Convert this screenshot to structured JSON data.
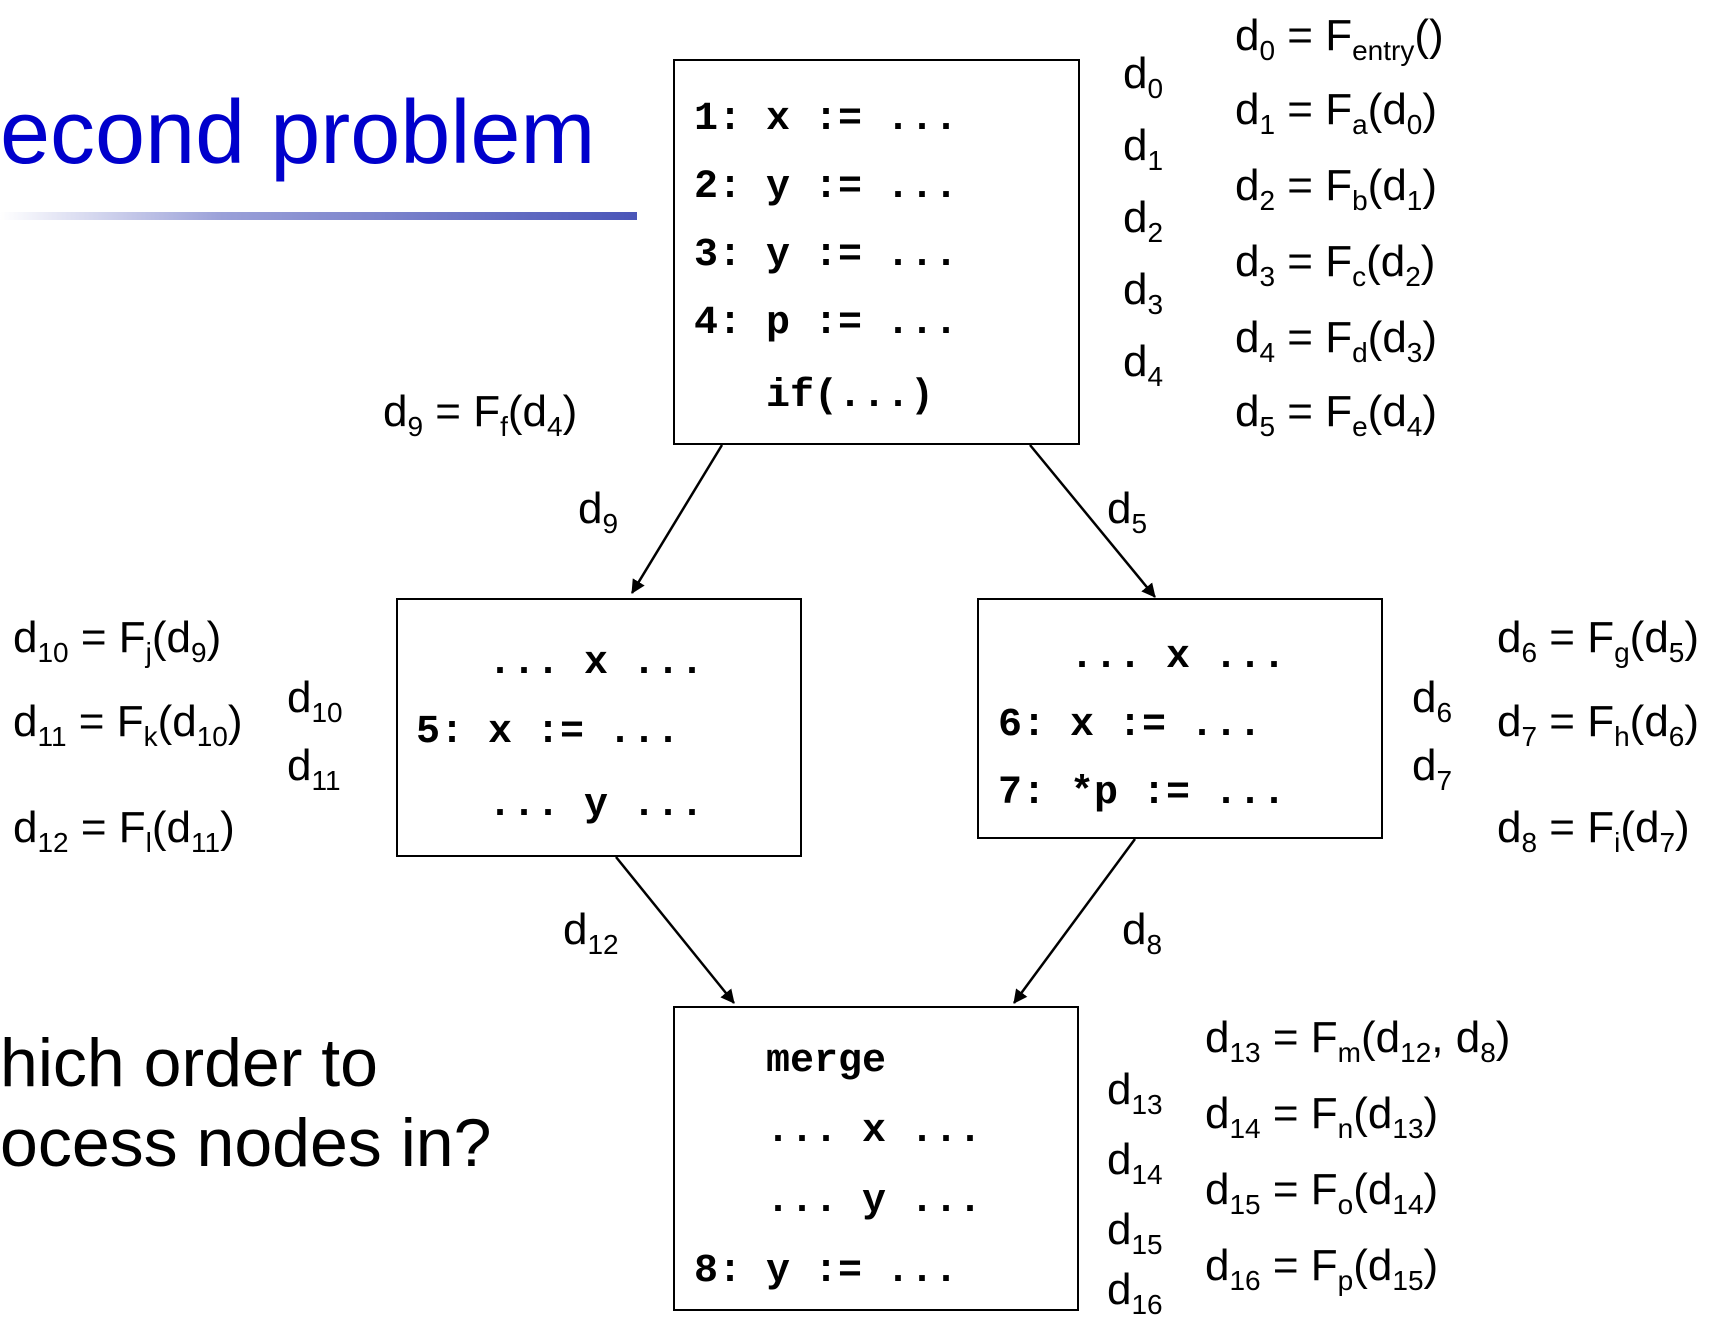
{
  "title": "econd problem",
  "question": [
    "hich order to",
    "ocess nodes in?"
  ],
  "nodes": {
    "entry": [
      "1: x := ...",
      "2: y := ...",
      "3: y := ...",
      "4: p := ...",
      "   if(...)"
    ],
    "left": [
      "   ... x ...",
      "5: x := ...",
      "   ... y ..."
    ],
    "right": [
      "   ... x ...",
      "6: x := ...",
      "7: *p := ..."
    ],
    "merge": [
      "   merge",
      "   ... x ...",
      "   ... y ...",
      "8: y := ..."
    ]
  },
  "point_labels": {
    "entry": [
      "d0",
      "d1",
      "d2",
      "d3",
      "d4"
    ],
    "left": [
      "d10",
      "d11"
    ],
    "right": [
      "d6",
      "d7"
    ],
    "merge": [
      "d13",
      "d14",
      "d15",
      "d16"
    ]
  },
  "edge_labels": {
    "entry_left": "d9",
    "entry_right": "d5",
    "left_merge": "d12",
    "right_merge": "d8"
  },
  "equations": {
    "entry": [
      "d0 = Fentry()",
      "d1 = Fa(d0)",
      "d2 = Fb(d1)",
      "d3 = Fc(d2)",
      "d4 = Fd(d3)",
      "d5 = Fe(d4)"
    ],
    "entry_left": "d9 = Ff(d4)",
    "left": [
      "d10 = Fj(d9)",
      "d11 = Fk(d10)",
      "d12 = Fl(d11)"
    ],
    "right": [
      "d6 = Fg(d5)",
      "d7 = Fh(d6)",
      "d8 = Fi(d7)"
    ],
    "merge": [
      "d13 = Fm(d12, d8)",
      "d14 = Fn(d13)",
      "d15 = Fo(d14)",
      "d16 = Fp(d15)"
    ]
  }
}
